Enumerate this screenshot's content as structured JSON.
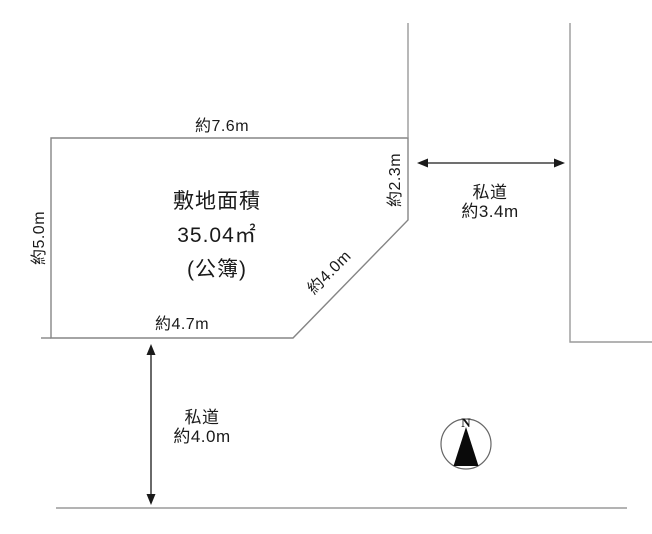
{
  "diagram": {
    "parcel": {
      "area_title": "敷地面積",
      "area_value": "35.04㎡",
      "area_note": "(公簿)",
      "dimensions": {
        "top": "約7.6m",
        "left": "約5.0m",
        "right_upper": "約2.3m",
        "diagonal": "約4.0m",
        "bottom": "約4.7m"
      }
    },
    "roads": {
      "right": {
        "name": "私道",
        "width": "約3.4m"
      },
      "bottom": {
        "name": "私道",
        "width": "約4.0m"
      }
    },
    "compass": {
      "north_label": "N"
    },
    "colors": {
      "boundary_line": "#8a8a8a",
      "ink": "#1a1a1a",
      "background": "#ffffff"
    }
  }
}
